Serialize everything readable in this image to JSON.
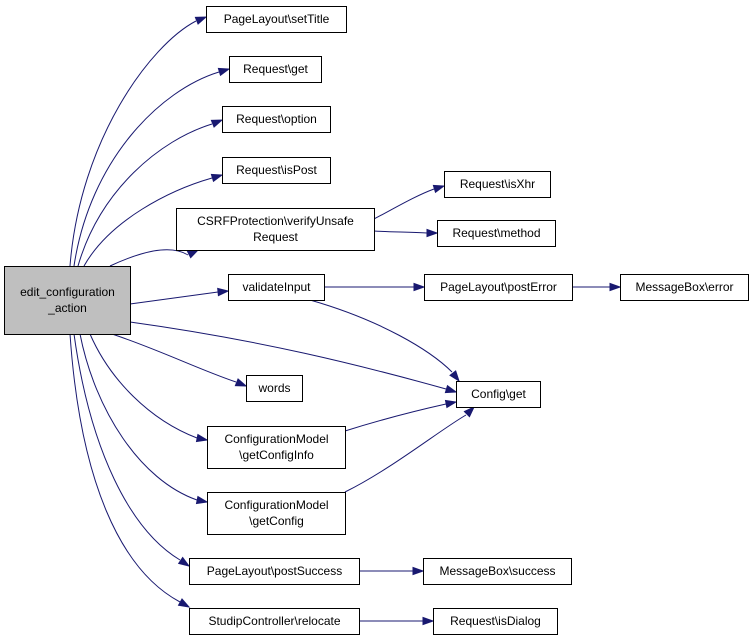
{
  "graph": {
    "edge_color": "#191970",
    "root_fill": "#bfbfbf",
    "nodes": {
      "root": {
        "lines": [
          "edit_configuration",
          "_action"
        ]
      },
      "setTitle": {
        "lines": [
          "PageLayout\\setTitle"
        ]
      },
      "reqGet": {
        "lines": [
          "Request\\get"
        ]
      },
      "reqOption": {
        "lines": [
          "Request\\option"
        ]
      },
      "reqIsPost": {
        "lines": [
          "Request\\isPost"
        ]
      },
      "csrf": {
        "lines": [
          "CSRFProtection\\verifyUnsafe",
          "Request"
        ]
      },
      "reqIsXhr": {
        "lines": [
          "Request\\isXhr"
        ]
      },
      "reqMethod": {
        "lines": [
          "Request\\method"
        ]
      },
      "validateInput": {
        "lines": [
          "validateInput"
        ]
      },
      "postError": {
        "lines": [
          "PageLayout\\postError"
        ]
      },
      "msgError": {
        "lines": [
          "MessageBox\\error"
        ]
      },
      "configGet": {
        "lines": [
          "Config\\get"
        ]
      },
      "words": {
        "lines": [
          "words"
        ]
      },
      "getConfigInfo": {
        "lines": [
          "ConfigurationModel",
          "\\getConfigInfo"
        ]
      },
      "getConfig": {
        "lines": [
          "ConfigurationModel",
          "\\getConfig"
        ]
      },
      "postSuccess": {
        "lines": [
          "PageLayout\\postSuccess"
        ]
      },
      "msgSuccess": {
        "lines": [
          "MessageBox\\success"
        ]
      },
      "relocate": {
        "lines": [
          "StudipController\\relocate"
        ]
      },
      "reqIsDialog": {
        "lines": [
          "Request\\isDialog"
        ]
      }
    }
  }
}
